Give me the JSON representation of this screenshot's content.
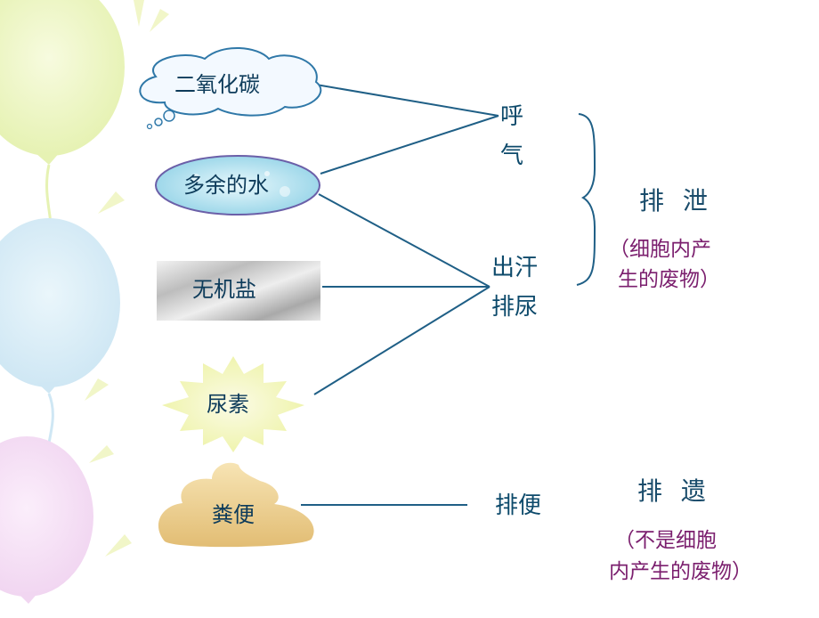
{
  "nodes": {
    "co2": "二氧化碳",
    "water": "多余的水",
    "salt": "无机盐",
    "urea": "尿素",
    "feces": "粪便"
  },
  "routes": {
    "breathe_line1": "呼",
    "breathe_line2": "气",
    "sweat": "出汗",
    "urine": "排尿",
    "defecate": "排便"
  },
  "categories": {
    "excretion": "排 泄",
    "excretion_note_line1": "（细胞内产",
    "excretion_note_line2": "生的废物）",
    "egestion": "排 遗",
    "egestion_note_line1": "（不是细胞",
    "egestion_note_line2": "内产生的废物）"
  },
  "colors": {
    "line": "#1f5f86",
    "text": "#0d3b5a",
    "note": "#7b1f6e"
  }
}
